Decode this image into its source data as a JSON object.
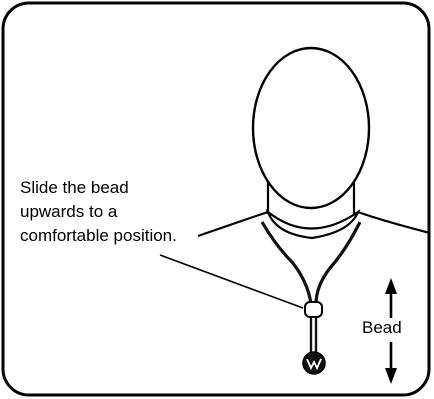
{
  "instruction": {
    "text": "Slide the bead upwards to a comfortable position."
  },
  "bead_label": "Bead",
  "colors": {
    "stroke": "#000000",
    "fill": "#ffffff",
    "cord": "#111111"
  },
  "icons": [
    "head-outline",
    "neck-cord",
    "bead",
    "pendant",
    "double-arrow"
  ]
}
